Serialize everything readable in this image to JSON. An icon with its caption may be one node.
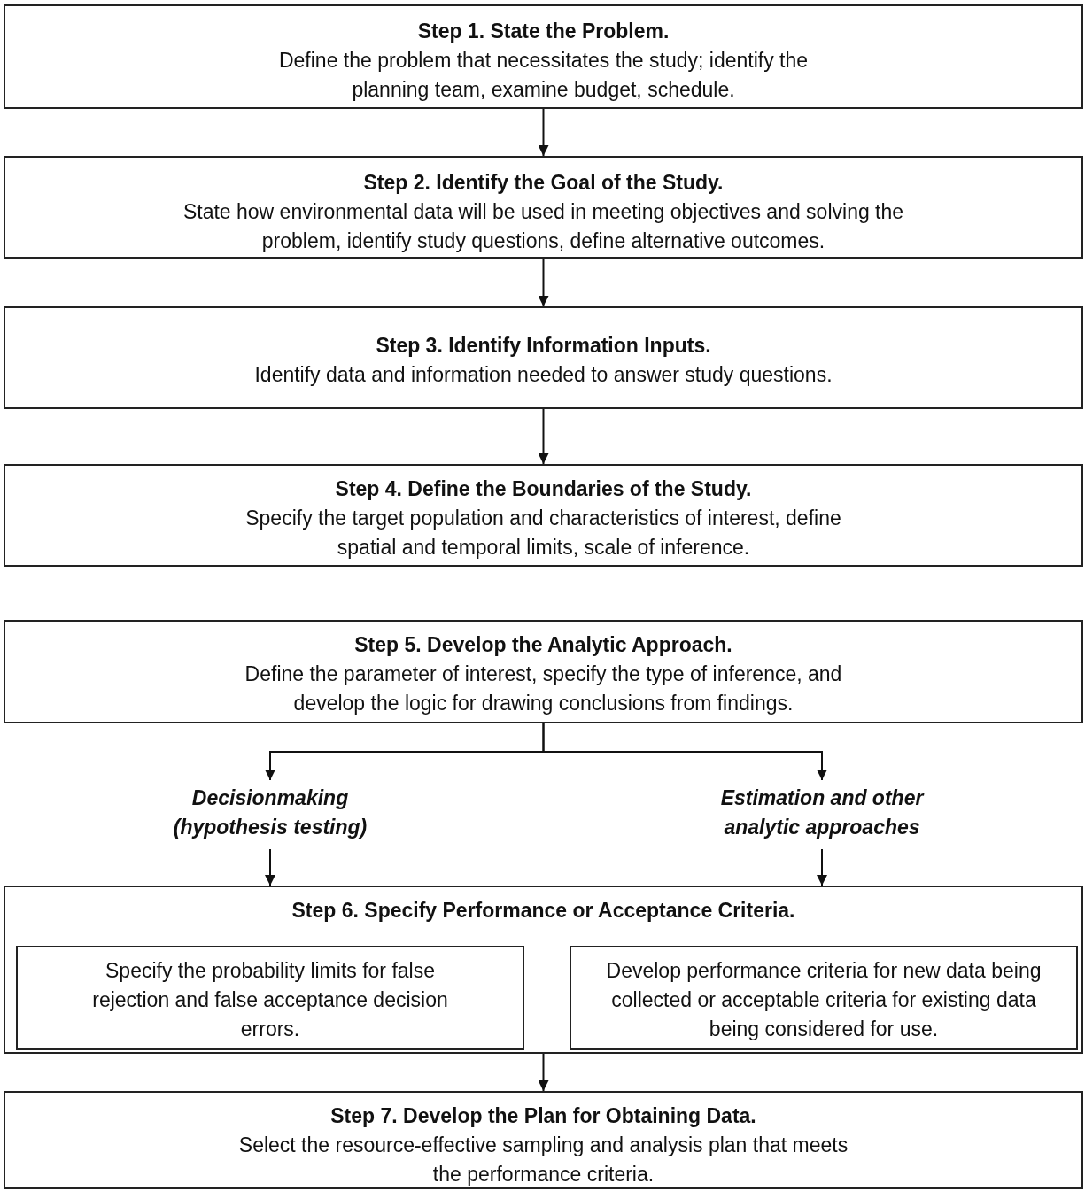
{
  "diagram": {
    "nodes": [
      {
        "text": [
          "Step 1. State the Problem.",
          "Define the problem that necessitates the study; identify the planning team, examine budget, schedule."
        ]
      },
      {
        "text": [
          "Step 2. Identify the Goal of the Study.",
          "State how environmental data will be used in meeting objectives and solving the problem, identify study questions, define alternative outcomes."
        ]
      },
      {
        "text": [
          "Step 3. Identify Information Inputs.",
          "Identify data and information needed to answer study questions."
        ]
      },
      {
        "text": [
          "Step 4. Define the Boundaries of the Study.",
          "Specify the target population and characteristics of interest, define spatial and temporal limits, scale of inference."
        ]
      },
      {
        "text": [
          "Step 5. Develop the Analytic Approach.",
          "Define the parameter of interest, specify the type of inference, and develop the logic for drawing conclusions from findings."
        ]
      },
      {
        "text": [
          "Decisionmaking (hypothesis testing)"
        ]
      },
      {
        "text": [
          "Estimation and other analytic approaches"
        ]
      },
      {
        "text": [
          "Step 6. Specify Performance or Acceptance Criteria."
        ]
      },
      {
        "text": [
          "Specify the probability limits for false rejection and false acceptance decision errors."
        ],
        "in": 7
      },
      {
        "text": [
          "Develop performance criteria for new data being collected or acceptable criteria for existing data being considered for use."
        ],
        "in": 7
      },
      {
        "text": [
          "Step 7. Develop the Plan for Obtaining Data.",
          "Select the resource-effective sampling and analysis plan that meets the performance criteria."
        ]
      }
    ],
    "edges": [
      {
        "from": 0,
        "to": 1,
        "arrow": "to"
      },
      {
        "from": 1,
        "to": 2,
        "arrow": "to"
      },
      {
        "from": 2,
        "to": 3,
        "arrow": "to"
      },
      {
        "from": 4,
        "to": 5,
        "arrow": "to"
      },
      {
        "from": 4,
        "to": 6,
        "arrow": "to"
      },
      {
        "from": 5,
        "to": 7,
        "arrow": "to"
      },
      {
        "from": 6,
        "to": 7,
        "arrow": "to"
      },
      {
        "from": 7,
        "to": 10,
        "arrow": "to"
      }
    ]
  }
}
